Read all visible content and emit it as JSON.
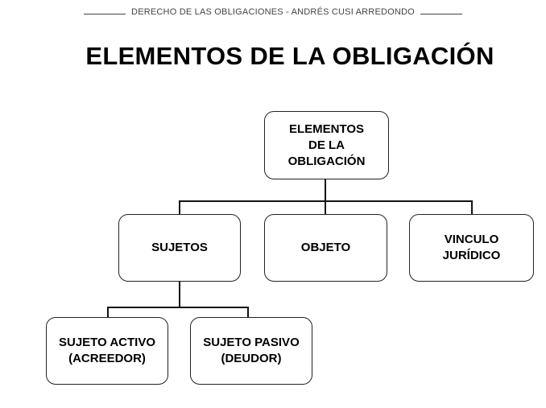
{
  "header": {
    "text": "DERECHO DE LAS OBLIGACIONES - ANDRÉS CUSI ARREDONDO"
  },
  "title": "ELEMENTOS DE LA OBLIGACIÓN",
  "diagram": {
    "root": "ELEMENTOS\nDE LA\nOBLIGACIÓN",
    "children": {
      "sujetos": "SUJETOS",
      "objeto": "OBJETO",
      "vinculo": "VINCULO\nJURÍDICO"
    },
    "sujetos_children": {
      "activo": "SUJETO ACTIVO\n(ACREEDOR)",
      "pasivo": "SUJETO PASIVO\n(DEUDOR)"
    }
  }
}
